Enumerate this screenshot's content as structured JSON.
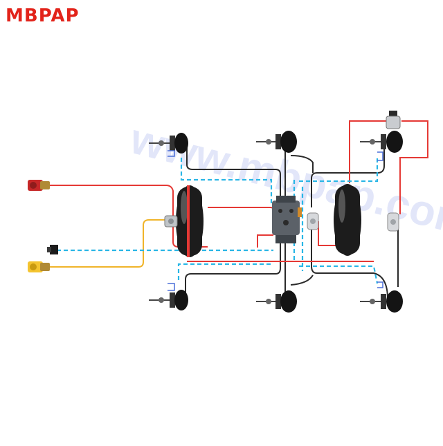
{
  "brand": {
    "logo_text": "MBPAP",
    "color": "#e2231a"
  },
  "watermark": {
    "text": "www.mbpap.com",
    "color": "#d9def7"
  },
  "line_colors": {
    "supply": "#e53935",
    "control": "#29b6e6",
    "brake": "#2a2a2a",
    "yellow_line": "#f0b429"
  },
  "components": {
    "red_coupling": "red-coupling-head",
    "yellow_coupling": "yellow-coupling-head",
    "electrical_plug": "trailer-plug",
    "front_tank": "air-tank",
    "rear_tank": "air-tank",
    "central_valve": "relay-emergency-valve",
    "brake_chambers": 6,
    "drain_valve": "drain-valve"
  }
}
